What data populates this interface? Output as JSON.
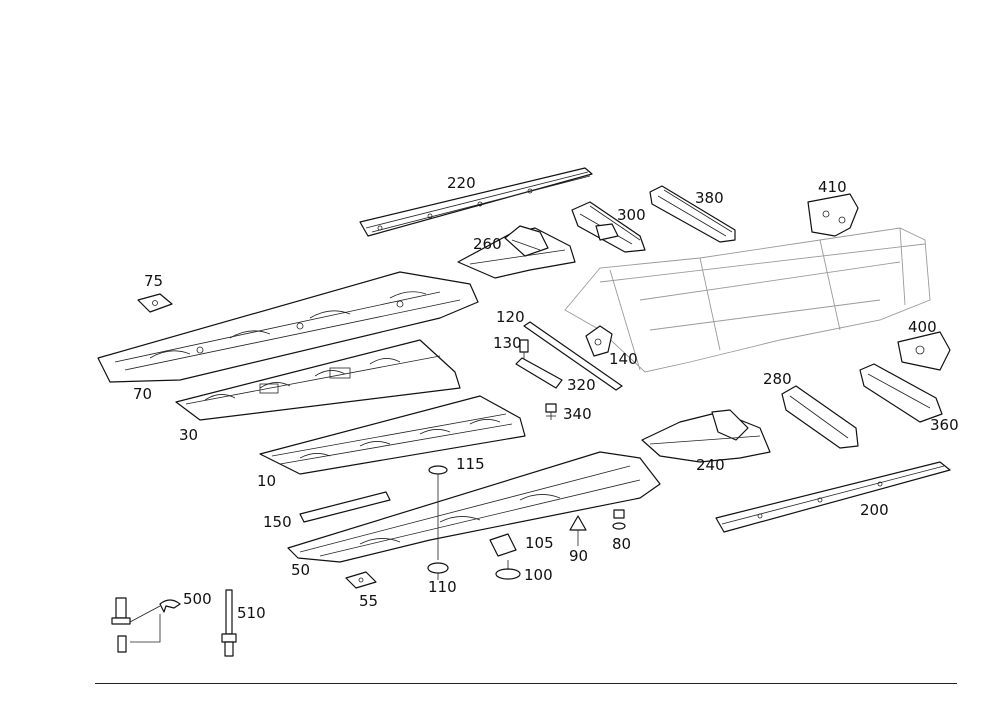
{
  "part_labels": [
    {
      "id": "p220",
      "text": "220"
    },
    {
      "id": "p380",
      "text": "380"
    },
    {
      "id": "p410",
      "text": "410"
    },
    {
      "id": "p300",
      "text": "300"
    },
    {
      "id": "p260",
      "text": "260"
    },
    {
      "id": "p75",
      "text": "75"
    },
    {
      "id": "p120",
      "text": "120"
    },
    {
      "id": "p130",
      "text": "130"
    },
    {
      "id": "p140",
      "text": "140"
    },
    {
      "id": "p400",
      "text": "400"
    },
    {
      "id": "p70",
      "text": "70"
    },
    {
      "id": "p320",
      "text": "320"
    },
    {
      "id": "p280",
      "text": "280"
    },
    {
      "id": "p340",
      "text": "340"
    },
    {
      "id": "p30",
      "text": "30"
    },
    {
      "id": "p360",
      "text": "360"
    },
    {
      "id": "p115",
      "text": "115"
    },
    {
      "id": "p240",
      "text": "240"
    },
    {
      "id": "p10",
      "text": "10"
    },
    {
      "id": "p200",
      "text": "200"
    },
    {
      "id": "p150",
      "text": "150"
    },
    {
      "id": "p80",
      "text": "80"
    },
    {
      "id": "p105",
      "text": "105"
    },
    {
      "id": "p90",
      "text": "90"
    },
    {
      "id": "p50",
      "text": "50"
    },
    {
      "id": "p100",
      "text": "100"
    },
    {
      "id": "p110",
      "text": "110"
    },
    {
      "id": "p55",
      "text": "55"
    },
    {
      "id": "p500",
      "text": "500"
    },
    {
      "id": "p510",
      "text": "510"
    }
  ]
}
